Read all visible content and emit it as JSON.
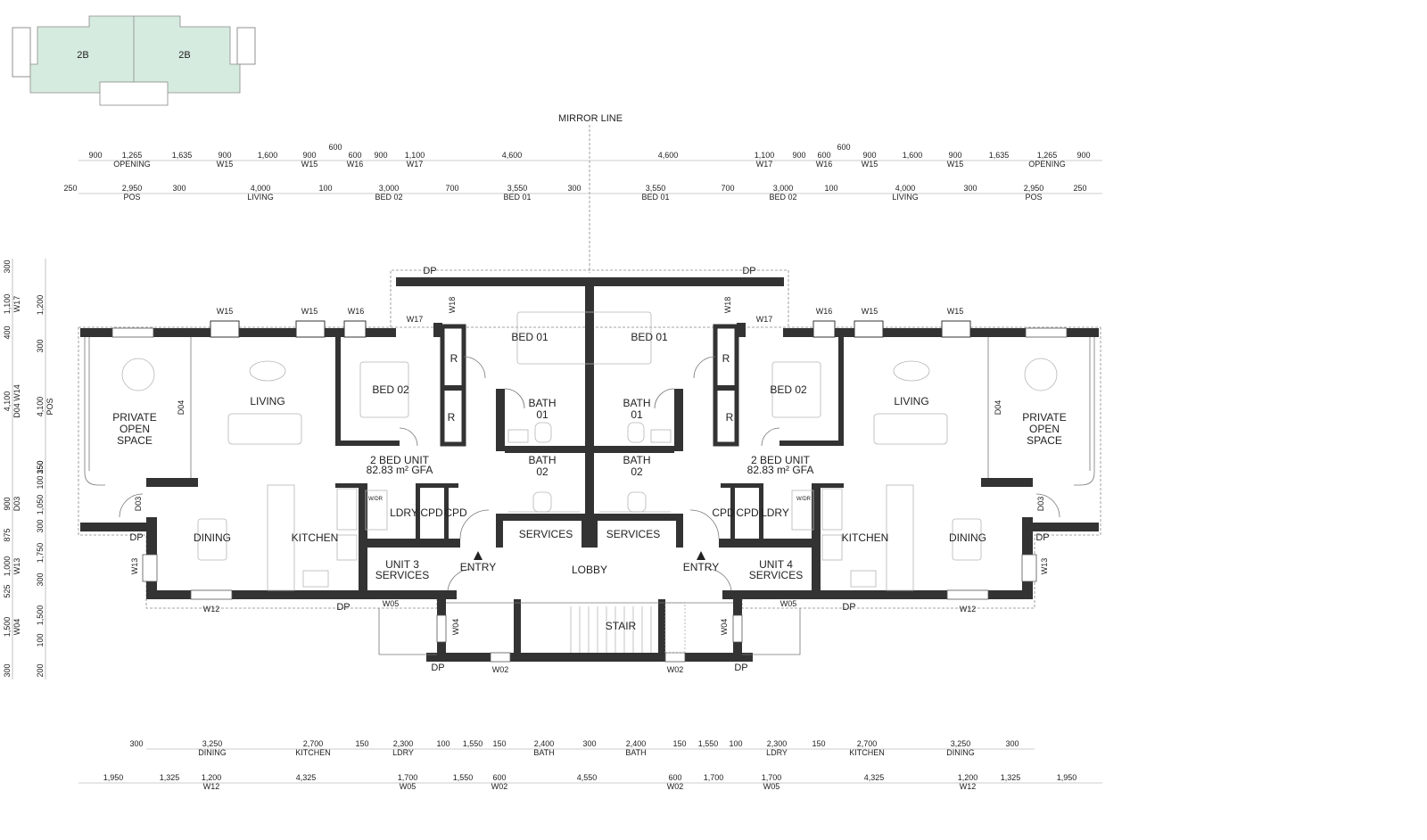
{
  "key_plan": {
    "left_label": "2B",
    "right_label": "2B",
    "fill_color": "#d6ebdf"
  },
  "mirror_label": "MIRROR LINE",
  "dims_top1": [
    {
      "v": "900",
      "s": ""
    },
    {
      "v": "1,265",
      "s": "OPENING"
    },
    {
      "v": "1,635",
      "s": ""
    },
    {
      "v": "900",
      "s": "W15"
    },
    {
      "v": "1,600",
      "s": ""
    },
    {
      "v": "900",
      "s": "W15"
    },
    {
      "v": "600",
      "s": "W16"
    },
    {
      "v": "900",
      "s": ""
    },
    {
      "v": "1,100",
      "s": "W17"
    },
    {
      "v": "4,600",
      "s": ""
    },
    {
      "v": "4,600",
      "s": ""
    },
    {
      "v": "1,100",
      "s": "W17"
    },
    {
      "v": "900",
      "s": ""
    },
    {
      "v": "600",
      "s": "W16"
    },
    {
      "v": "900",
      "s": "W15"
    },
    {
      "v": "1,600",
      "s": ""
    },
    {
      "v": "900",
      "s": "W15"
    },
    {
      "v": "1,635",
      "s": ""
    },
    {
      "v": "1,265",
      "s": "OPENING"
    },
    {
      "v": "900",
      "s": ""
    }
  ],
  "dims_top1_extra": [
    "600",
    "600"
  ],
  "dims_top2": [
    {
      "v": "250",
      "s": ""
    },
    {
      "v": "2,950",
      "s": "POS"
    },
    {
      "v": "300",
      "s": ""
    },
    {
      "v": "4,000",
      "s": "LIVING"
    },
    {
      "v": "100",
      "s": ""
    },
    {
      "v": "3,000",
      "s": "BED 02"
    },
    {
      "v": "700",
      "s": ""
    },
    {
      "v": "3,550",
      "s": "BED 01"
    },
    {
      "v": "300",
      "s": ""
    },
    {
      "v": "3,550",
      "s": "BED 01"
    },
    {
      "v": "700",
      "s": ""
    },
    {
      "v": "3,000",
      "s": "BED 02"
    },
    {
      "v": "100",
      "s": ""
    },
    {
      "v": "4,000",
      "s": "LIVING"
    },
    {
      "v": "300",
      "s": ""
    },
    {
      "v": "2,950",
      "s": "POS"
    },
    {
      "v": "250",
      "s": ""
    }
  ],
  "dims_bottom1": [
    {
      "v": "300",
      "s": ""
    },
    {
      "v": "3,250",
      "s": "DINING"
    },
    {
      "v": "2,700",
      "s": "KITCHEN"
    },
    {
      "v": "150",
      "s": ""
    },
    {
      "v": "2,300",
      "s": "LDRY"
    },
    {
      "v": "100",
      "s": ""
    },
    {
      "v": "1,550",
      "s": ""
    },
    {
      "v": "150",
      "s": ""
    },
    {
      "v": "2,400",
      "s": "BATH"
    },
    {
      "v": "300",
      "s": ""
    },
    {
      "v": "2,400",
      "s": "BATH"
    },
    {
      "v": "150",
      "s": ""
    },
    {
      "v": "1,550",
      "s": ""
    },
    {
      "v": "100",
      "s": ""
    },
    {
      "v": "2,300",
      "s": "LDRY"
    },
    {
      "v": "150",
      "s": ""
    },
    {
      "v": "2,700",
      "s": "KITCHEN"
    },
    {
      "v": "3,250",
      "s": "DINING"
    },
    {
      "v": "300",
      "s": ""
    }
  ],
  "dims_bottom2": [
    {
      "v": "1,950",
      "s": ""
    },
    {
      "v": "1,325",
      "s": ""
    },
    {
      "v": "1,200",
      "s": "W12"
    },
    {
      "v": "4,325",
      "s": ""
    },
    {
      "v": "1,700",
      "s": "W05"
    },
    {
      "v": "1,550",
      "s": ""
    },
    {
      "v": "600",
      "s": "W02"
    },
    {
      "v": "4,550",
      "s": ""
    },
    {
      "v": "600",
      "s": "W02"
    },
    {
      "v": "1,700",
      "s": ""
    },
    {
      "v": "1,700",
      "s": "W05"
    },
    {
      "v": "4,325",
      "s": ""
    },
    {
      "v": "1,200",
      "s": "W12"
    },
    {
      "v": "1,325",
      "s": ""
    },
    {
      "v": "1,950",
      "s": ""
    }
  ],
  "dims_left1": [
    {
      "v": "300",
      "s": ""
    },
    {
      "v": "1,100",
      "s": "W17"
    },
    {
      "v": "400",
      "s": ""
    },
    {
      "v": "4,100",
      "s": "D04 W14"
    },
    {
      "v": "900",
      "s": "D03"
    },
    {
      "v": "875",
      "s": ""
    },
    {
      "v": "1,000",
      "s": "W13"
    },
    {
      "v": "525",
      "s": ""
    },
    {
      "v": "1,500",
      "s": "W04"
    },
    {
      "v": "300",
      "s": ""
    }
  ],
  "dims_left2": [
    {
      "v": "1,200",
      "s": ""
    },
    {
      "v": "300",
      "s": ""
    },
    {
      "v": "4,100",
      "s": "POS"
    },
    {
      "v": "150",
      "s": ""
    },
    {
      "v": "350",
      "s": ""
    },
    {
      "v": "100",
      "s": ""
    },
    {
      "v": "1,050",
      "s": ""
    },
    {
      "v": "300",
      "s": ""
    },
    {
      "v": "1,750",
      "s": ""
    },
    {
      "v": "300",
      "s": ""
    },
    {
      "v": "1,500",
      "s": ""
    },
    {
      "v": "100",
      "s": ""
    },
    {
      "v": "200",
      "s": ""
    }
  ],
  "rooms": {
    "bed01": "BED 01",
    "bed02": "BED 02",
    "living": "LIVING",
    "pos_line1": "PRIVATE",
    "pos_line2": "OPEN",
    "pos_line3": "SPACE",
    "bath01_line1": "BATH",
    "bath01_line2": "01",
    "bath02_line1": "BATH",
    "bath02_line2": "02",
    "r": "R",
    "unit_line1": "2 BED UNIT",
    "unit_line2": "82.83 m² GFA",
    "ldry": "LDRY",
    "cpd": "CPD",
    "kitchen": "KITCHEN",
    "dining": "DINING",
    "services": "SERVICES",
    "entry": "ENTRY",
    "lobby": "LOBBY",
    "stair": "STAIR",
    "unit3_line1": "UNIT 3",
    "unit3_line2": "SERVICES",
    "unit4_line1": "UNIT 4",
    "unit4_line2": "SERVICES",
    "wdr": "W/DR",
    "dp": "DP"
  },
  "tags": {
    "w02": "W02",
    "w04": "W04",
    "w05": "W05",
    "w12": "W12",
    "w13": "W13",
    "w15": "W15",
    "w16": "W16",
    "w17": "W17",
    "w18": "W18",
    "d03": "D03",
    "d04": "D04"
  }
}
